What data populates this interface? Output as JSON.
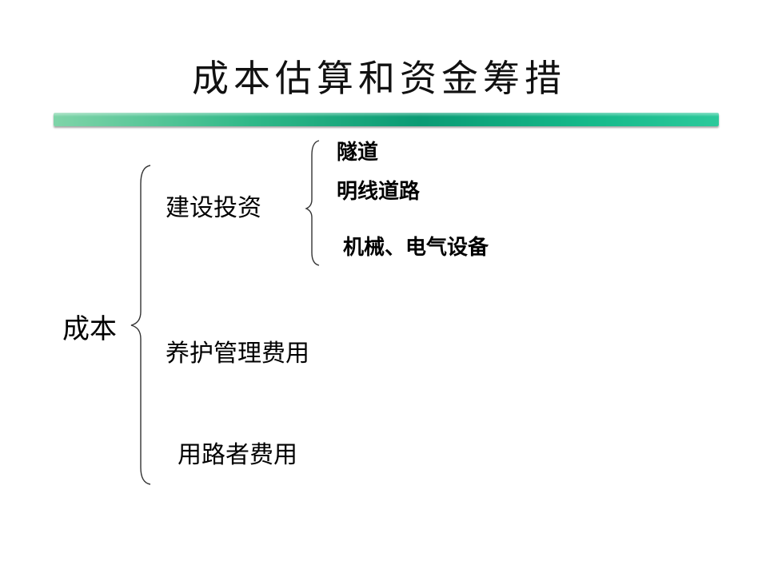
{
  "title": "成本估算和资金筹措",
  "diagram": {
    "root": "成本",
    "level1": [
      "建设投资",
      "养护管理费用",
      "用路者费用"
    ],
    "level2": [
      "隧道",
      "明线道路",
      "机械、电气设备"
    ]
  },
  "colors": {
    "bar_start": "#7fd4a8",
    "bar_mid": "#0a9b74",
    "bar_end": "#2cc99b",
    "brace": "#333333"
  }
}
